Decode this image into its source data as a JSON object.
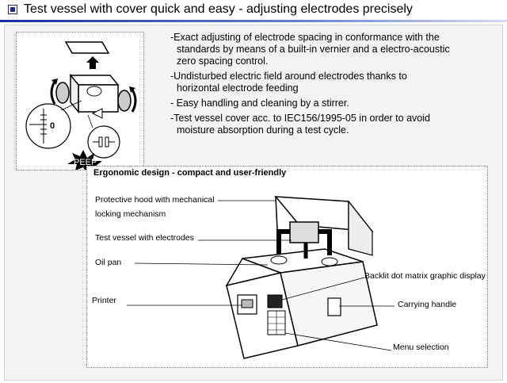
{
  "header": {
    "title": "Test vessel with cover quick and easy - adjusting electrodes precisely"
  },
  "top_figure": {
    "scale_value": "0",
    "peep_label": "PEEP"
  },
  "bullets": [
    {
      "first": "-Exact adjusting of electrode spacing in conformance with the",
      "cont": [
        "standards by means of a built-in vernier and a electro-acoustic",
        "zero spacing control."
      ]
    },
    {
      "first": "-Undisturbed electric field around electrodes thanks to",
      "cont": [
        "horizontal electrode feeding"
      ]
    },
    {
      "first": "- Easy handling and cleaning by a stirrer.",
      "cont": []
    },
    {
      "first": "-Test vessel cover acc. to IEC156/1995-05 in order to avoid",
      "cont": [
        "moisture absorption during a test cycle."
      ]
    }
  ],
  "ergonomic": {
    "title": "Ergonomic design - compact and user-friendly",
    "labels": {
      "hood_line1": "Protective hood with mechanical",
      "hood_line2": "locking mechanism",
      "vessel": "Test vessel with electrodes",
      "oil_pan": "Oil pan",
      "printer": "Printer",
      "display": "Backlit dot matrix  graphic display",
      "handle": "Carrying handle",
      "menu": "Menu selection"
    }
  }
}
